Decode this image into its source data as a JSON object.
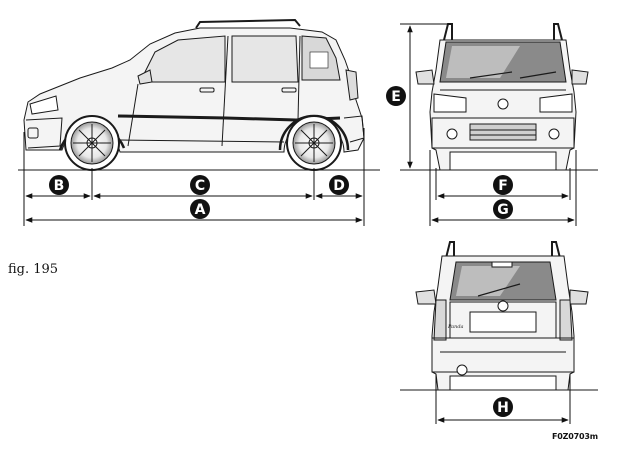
{
  "figure_label": "fig. 195",
  "image_code": "F0Z0703m",
  "badge_text": "Panda",
  "dimensions": {
    "side": [
      "A",
      "B",
      "C",
      "D"
    ],
    "front": [
      "E",
      "F",
      "G"
    ],
    "rear": [
      "H"
    ]
  },
  "colors": {
    "line": "#1a1a1a",
    "body_fill": "#f4f4f4",
    "glass": "#cfcfcf",
    "glass_dark": "#8a8a8a",
    "badge_bg": "#111111"
  }
}
